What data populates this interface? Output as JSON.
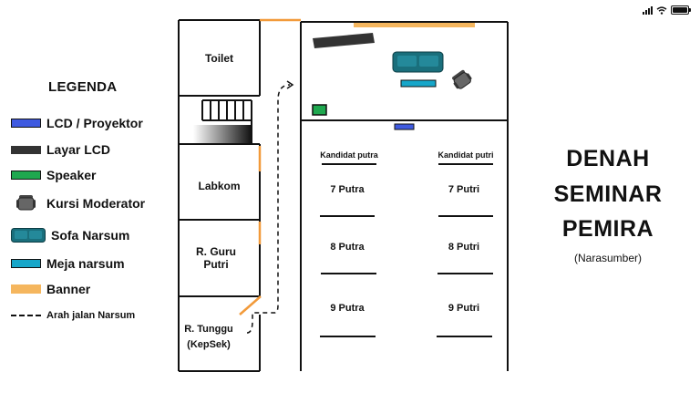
{
  "legend": {
    "title": "LEGENDA",
    "items": [
      {
        "label": "LCD / Proyektor",
        "icon": "lcd-projector-icon",
        "color": "#3f5ae0"
      },
      {
        "label": "Layar LCD",
        "icon": "lcd-screen-icon",
        "color": "#333333"
      },
      {
        "label": "Speaker",
        "icon": "speaker-icon",
        "color": "#1fa84f"
      },
      {
        "label": "Kursi Moderator",
        "icon": "moderator-chair-icon",
        "color": "#555555"
      },
      {
        "label": "Sofa Narsum",
        "icon": "sofa-icon",
        "color": "#1a6f7c"
      },
      {
        "label": "Meja narsum",
        "icon": "table-icon",
        "color": "#16a6c9"
      },
      {
        "label": "Banner",
        "icon": "banner-icon",
        "color": "#f5b65e"
      },
      {
        "label": "Arah jalan Narsum",
        "icon": "dashed-path-icon",
        "color": "#111111"
      }
    ]
  },
  "rooms": {
    "toilet": "Toilet",
    "labkom": "Labkom",
    "guru_putri": "R. Guru Putri",
    "tunggu_line1": "R. Tunggu",
    "tunggu_line2": "(KepSek)"
  },
  "seating": {
    "head_left": "Kandidat putra",
    "head_right": "Kandidat putri",
    "left": [
      "7 Putra",
      "8 Putra",
      "9 Putra"
    ],
    "right": [
      "7 Putri",
      "8 Putri",
      "9 Putri"
    ]
  },
  "title": {
    "line1": "DENAH",
    "line2": "SEMINAR",
    "line3": "PEMIRA",
    "subtitle": "(Narasumber)"
  },
  "colors": {
    "door": "#f29a3a",
    "wall": "#111111"
  }
}
